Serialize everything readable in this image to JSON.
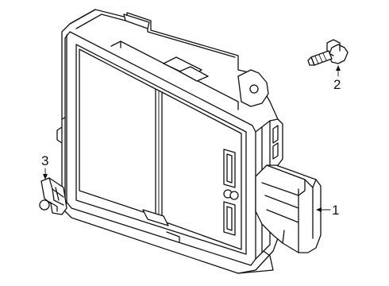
{
  "callouts": [
    {
      "number": "1",
      "part": "control-module"
    },
    {
      "number": "2",
      "part": "bolt"
    },
    {
      "number": "3",
      "part": "clip-nut"
    }
  ]
}
